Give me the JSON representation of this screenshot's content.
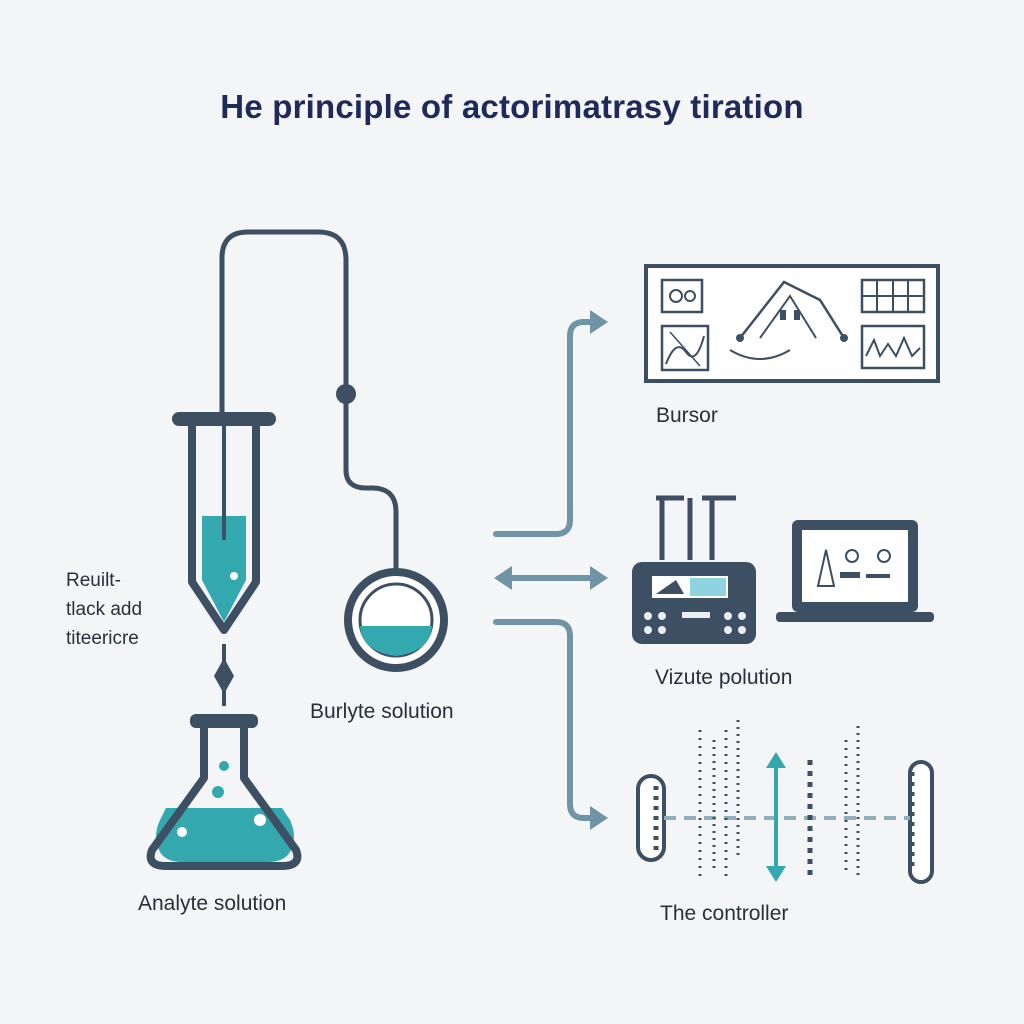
{
  "title": "He principle of actorimatrasy tiration",
  "labels": {
    "side_lines": [
      "Reuilt-",
      "tlack add",
      "titeericre"
    ],
    "burette_solution": "Burlyte solution",
    "analyte_solution": "Analyte solution",
    "sensor": "Bursor",
    "device": "Vizute polution",
    "controller": "The controller"
  },
  "colors": {
    "line_dark": "#3d4f62",
    "teal": "#32a6ad",
    "arrow": "#6f94a5",
    "background": "#f3f5f6",
    "title": "#1e2b5a"
  }
}
